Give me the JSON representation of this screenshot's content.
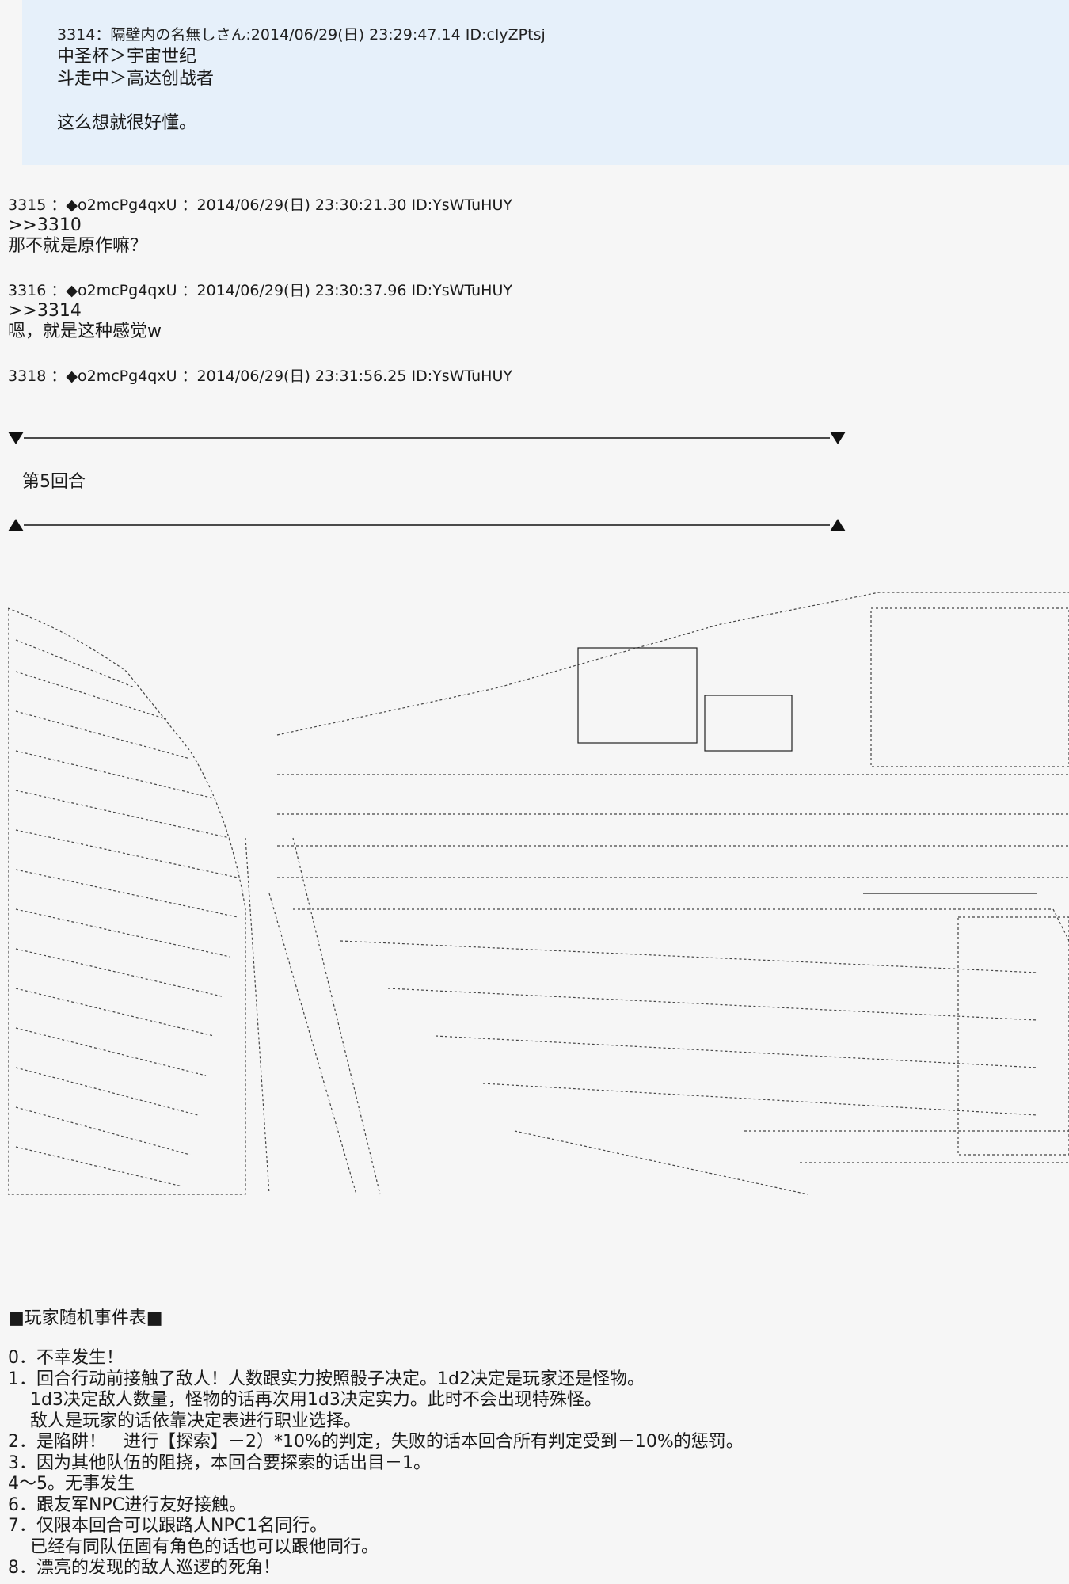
{
  "quote": {
    "header": "3314：隔壁内の名無しさん:2014/06/29(日) 23:29:47.14 ID:cIyZPtsj",
    "lines": [
      "中圣杯＞宇宙世纪",
      "斗走中＞高达创战者",
      "",
      "这么想就很好懂。"
    ]
  },
  "posts": [
    {
      "header": "3315 ：◆o2mcPg4qxU ：2014/06/29(日) 23:30:21.30 ID:YsWTuHUY",
      "anchor": ">>3310",
      "body": "那不就是原作嘛？"
    },
    {
      "header": "3316 ：◆o2mcPg4qxU ：2014/06/29(日) 23:30:37.96 ID:YsWTuHUY",
      "anchor": ">>3314",
      "body": "嗯，就是这种感觉w"
    },
    {
      "header": "3318 ：◆o2mcPg4qxU ：2014/06/29(日) 23:31:56.25 ID:YsWTuHUY",
      "anchor": "",
      "body": ""
    }
  ],
  "round_title": "第5回合",
  "table_title": "■玩家随机事件表■",
  "events": [
    "0．不幸发生！",
    "1．回合行动前接触了敌人！人数跟实力按照骰子决定。1d2决定是玩家还是怪物。",
    "    1d3决定敌人数量，怪物的话再次用1d3决定实力。此时不会出现特殊怪。",
    "    敌人是玩家的话依靠决定表进行职业选择。",
    "2．是陷阱！　进行【探索】－2）*10%的判定，失败的话本回合所有判定受到－10%的惩罚。",
    "3．因为其他队伍的阻挠，本回合要探索的话出目－1。",
    "4～5。无事发生",
    "6．跟友军NPC进行友好接触。",
    "7．仅限本回合可以跟路人NPC1名同行。",
    "    已经有同队伍固有角色的话也可以跟他同行。",
    "8．漂亮的发现的敌人巡逻的死角！"
  ],
  "colors": {
    "quote_bg": "#e6f0fa",
    "page_bg": "#f6f6f6",
    "text": "#1a1a1a"
  }
}
